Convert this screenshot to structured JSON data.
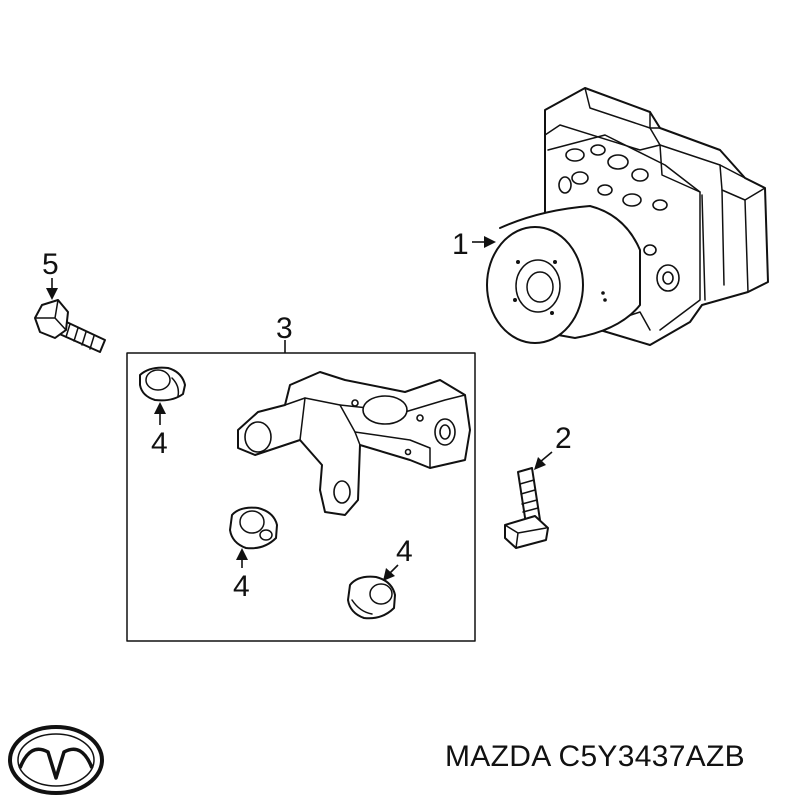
{
  "callouts": {
    "hydraulic_unit": "1",
    "mount_bolt": "2",
    "bracket": "3",
    "bushing_top": "4",
    "bushing_middle": "4",
    "bushing_bottom": "4",
    "bracket_bolt": "5"
  },
  "caption": "MAZDA C5Y3437AZB",
  "icons": {
    "brand_logo": "mazda-logo-icon"
  },
  "colors": {
    "ink": "#111111",
    "background": "#ffffff"
  }
}
